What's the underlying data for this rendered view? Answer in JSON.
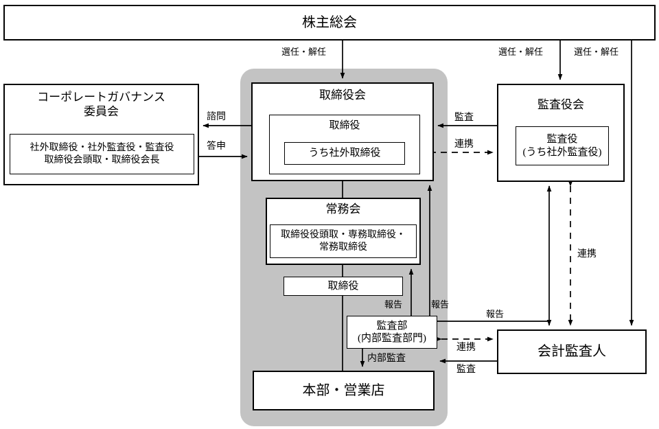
{
  "diagram": {
    "title_text": "株主総会",
    "nodes": {
      "shareholders_meeting": "株主総会",
      "cg_committee_title_l1": "コーポレートガバナンス",
      "cg_committee_title_l2": "委員会",
      "cg_committee_members_l1": "社外取締役・社外監査役・監査役",
      "cg_committee_members_l2": "取締役会頭取・取締役会長",
      "board_of_directors": "取締役会",
      "directors": "取締役",
      "outside_directors": "うち社外取締役",
      "audit_board": "監査役会",
      "auditors_l1": "監査役",
      "auditors_l2": "(うち社外監査役)",
      "executive_committee": "常務会",
      "executive_members_l1": "取締役役頭取・専務取締役・",
      "executive_members_l2": "常務取締役",
      "managing_director": "取締役",
      "audit_dept_l1": "監査部",
      "audit_dept_l2": "(内部監査部門)",
      "accounting_auditor": "会計監査人",
      "headquarters_branches": "本部・営業店"
    },
    "edge_labels": {
      "appoint_dismiss_board": "選任・解任",
      "appoint_dismiss_audit": "選任・解任",
      "appoint_dismiss_accounting": "選任・解任",
      "consult": "諮問",
      "reply": "答申",
      "audit_board_to_directors": "監査",
      "cooperate_directors_auditors": "連携",
      "cooperate_audit_accounting_right": "連携",
      "cooperate_dept_accounting": "連携",
      "report_to_executive": "報告",
      "report_to_board": "報告",
      "report_to_accounting": "報告",
      "internal_audit": "内部監査",
      "audit_dept_from_accounting": "監査"
    },
    "colors": {
      "group_background": "#c3c3c3",
      "line": "#000000",
      "box_fill": "#ffffff"
    }
  }
}
